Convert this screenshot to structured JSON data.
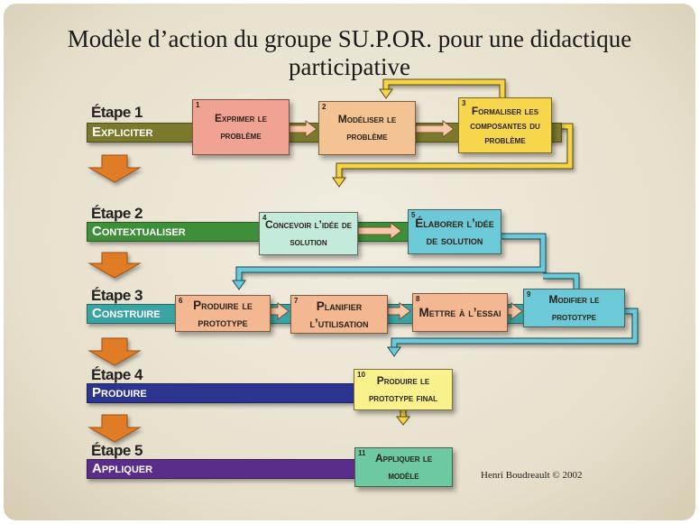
{
  "title": {
    "line1": "Modèle d’action du groupe SU.P.OR. pour une didactique",
    "line2": "participative"
  },
  "stages": [
    {
      "label": "Étape 1",
      "name": "Expliciter",
      "color": "#7b7a2c"
    },
    {
      "label": "Étape 2",
      "name": "Contextualiser",
      "color": "#3f8f3a"
    },
    {
      "label": "Étape 3",
      "name": "Construire",
      "color": "#3aa3a3"
    },
    {
      "label": "Étape 4",
      "name": "Produire",
      "color": "#2b3590"
    },
    {
      "label": "Étape 5",
      "name": "Appliquer",
      "color": "#5b2d8a"
    }
  ],
  "steps": [
    {
      "num": "1",
      "text": "Exprimer le problème",
      "color": "#f0a392"
    },
    {
      "num": "2",
      "text": "Modéliser le problème",
      "color": "#f3c393"
    },
    {
      "num": "3",
      "text": "Formaliser les composantes du problème",
      "color": "#f6d74c"
    },
    {
      "num": "4",
      "text": "Concevoir l’idée de solution",
      "color": "#c4eadb"
    },
    {
      "num": "5",
      "text": "Élaborer l’idée de solution",
      "color": "#6ccad8"
    },
    {
      "num": "6",
      "text": "Produire le prototype",
      "color": "#f3b792"
    },
    {
      "num": "7",
      "text": "Planifier l’utilisation",
      "color": "#f3b792"
    },
    {
      "num": "8",
      "text": "Mettre à l’essai",
      "color": "#f3b792"
    },
    {
      "num": "9",
      "text": "Modifier le prototype",
      "color": "#6ccad8"
    },
    {
      "num": "10",
      "text": "Produire le prototype final",
      "color": "#f8f18c"
    },
    {
      "num": "11",
      "text": "Appliquer le modèle",
      "color": "#6cc9a2"
    }
  ],
  "credit": "Henri Boudreault © 2002",
  "colors": {
    "stage_arrow": "#e07c28",
    "loop_yellow": "#f5d547",
    "loop_cyan": "#6ccad8",
    "flow_arrow": "#f6c9a8"
  }
}
